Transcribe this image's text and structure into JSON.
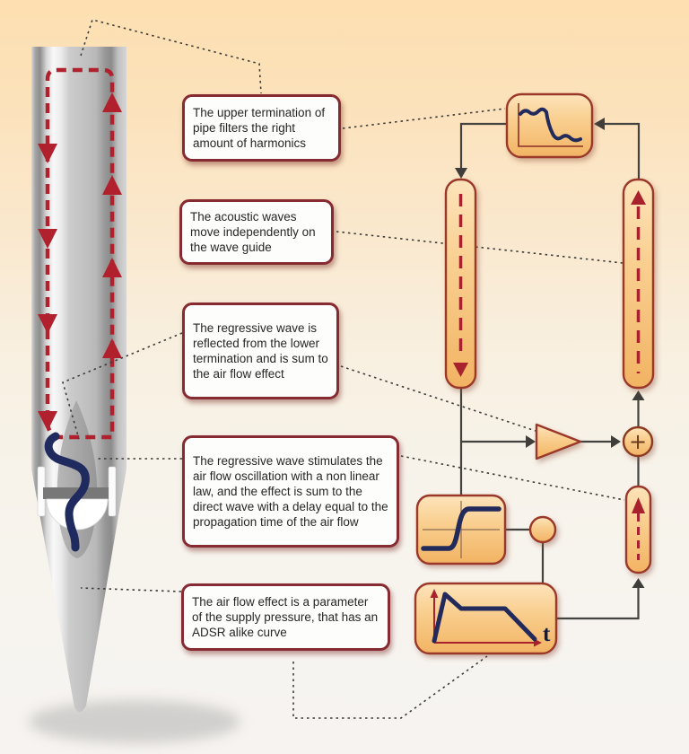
{
  "title": "Organ pipe waveguide model diagram",
  "palette": {
    "background_top": "#fddfb1",
    "background_bottom": "#f7f4ef",
    "callout_border": "#872b33",
    "block_fill": "#f8c981",
    "block_border": "#9a372a",
    "signal_curve_navy": "#222b5c",
    "wave_arrow_red": "#b1212d",
    "connector_gray": "#43423e"
  },
  "callouts": [
    {
      "id": "upper-termination",
      "text": "The upper termination of pipe filters the right amount of harmonics"
    },
    {
      "id": "acoustic-waves",
      "text": "The acoustic waves move independently on the wave guide"
    },
    {
      "id": "regressive-reflection",
      "text": "The regressive wave is reflected from the lower termination and is sum to the air flow effect"
    },
    {
      "id": "regressive-stimulation",
      "text": "The regressive wave stimulates the air flow oscillation with a non linear law, and the effect is sum to the direct wave with a delay equal to the propagation time of the air flow"
    },
    {
      "id": "adsr-envelope",
      "text": "The air flow effect is a parameter of the supply pressure, that has an ADSR alike curve"
    }
  ],
  "diagram": {
    "sum_symbol": "+",
    "adsr_time_label": "t",
    "blocks": [
      "lowpass-filter",
      "left-delay-line",
      "right-delay-line",
      "gain",
      "sum-node",
      "nonlinearity",
      "multiply-node",
      "adsr-envelope",
      "airflow-delay"
    ]
  }
}
